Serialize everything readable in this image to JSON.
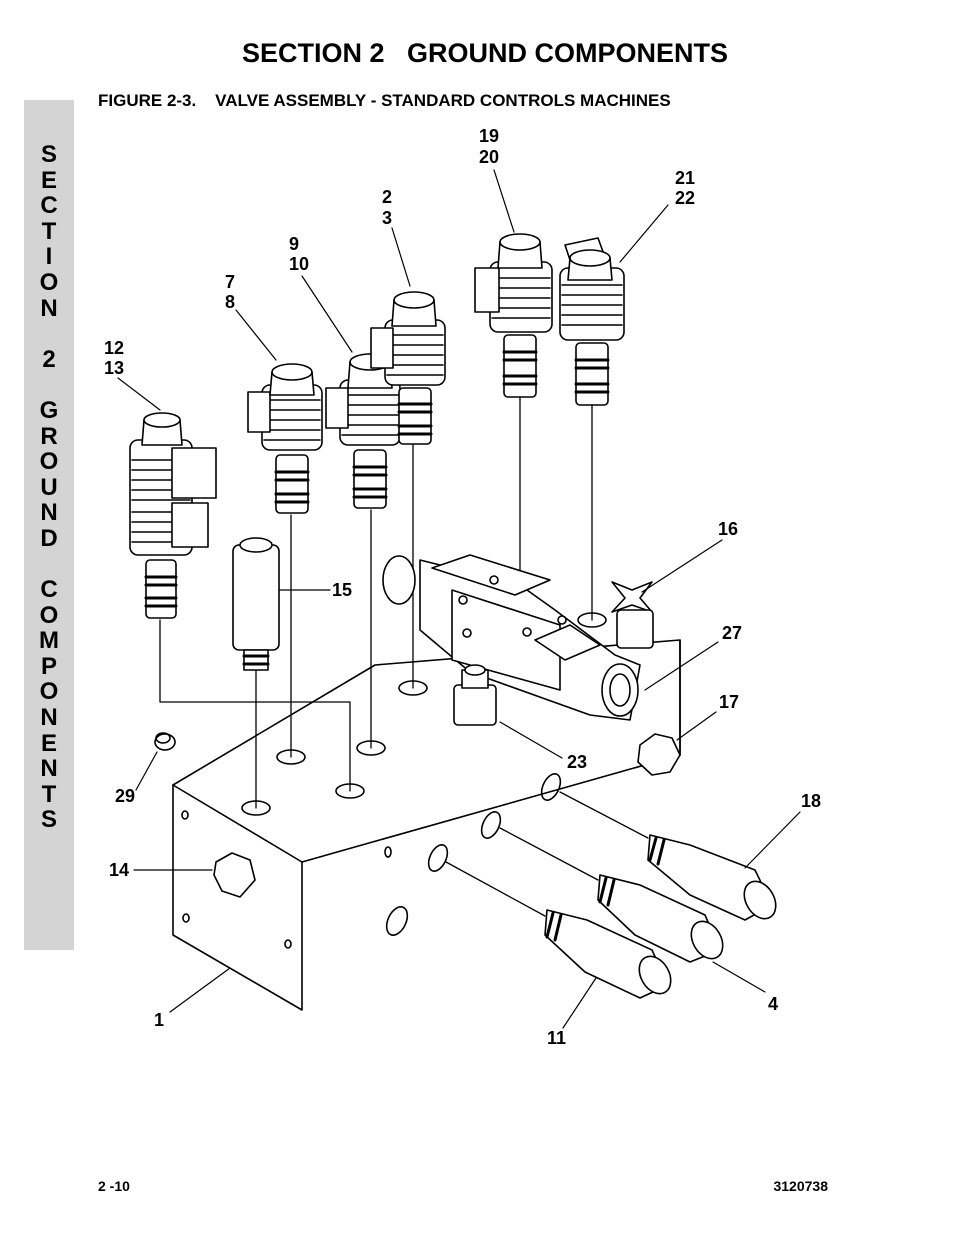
{
  "header": {
    "section_title": "SECTION 2   GROUND COMPONENTS",
    "figure_title": "FIGURE 2-3.    VALVE ASSEMBLY - STANDARD CONTROLS MACHINES"
  },
  "side_tab": {
    "lines": [
      "S",
      "E",
      "C",
      "T",
      "I",
      "O",
      "N",
      "",
      "2",
      "",
      "G",
      "R",
      "O",
      "U",
      "N",
      "D",
      "",
      "C",
      "O",
      "M",
      "P",
      "O",
      "N",
      "E",
      "N",
      "T",
      "S"
    ]
  },
  "callouts": {
    "c19_20": [
      "19",
      "20"
    ],
    "c21_22": [
      "21",
      "22"
    ],
    "c2_3": [
      "2",
      "3"
    ],
    "c9_10": [
      "9",
      "10"
    ],
    "c7_8": [
      "7",
      "8"
    ],
    "c12_13": [
      "12",
      "13"
    ],
    "c15": "15",
    "c16": "16",
    "c27": "27",
    "c17": "17",
    "c23": "23",
    "c29": "29",
    "c18": "18",
    "c14": "14",
    "c4": "4",
    "c1": "1",
    "c11": "11"
  },
  "footer": {
    "page_number": "2 -10",
    "doc_number": "3120738"
  }
}
